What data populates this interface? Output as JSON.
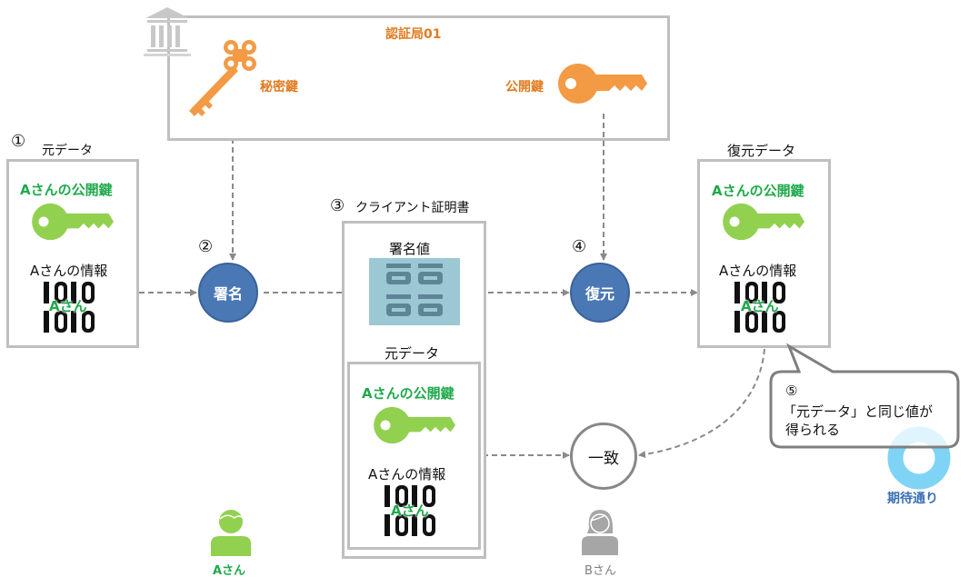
{
  "authority": {
    "title": "認証局01",
    "private_key_label": "秘密鍵",
    "public_key_label": "公開鍵"
  },
  "step1": {
    "number": "①",
    "title": "元データ",
    "key_label": "Aさんの公開鍵",
    "info_label": "Aさんの情報",
    "bits_label": "Aさん"
  },
  "step2": {
    "number": "②",
    "node_label": "署名"
  },
  "step3": {
    "number": "③",
    "title": "クライアント証明書",
    "signature_label": "署名値",
    "inner_title": "元データ",
    "key_label": "Aさんの公開鍵",
    "info_label": "Aさんの情報",
    "bits_label": "Aさん"
  },
  "step4": {
    "number": "④",
    "node_label": "復元"
  },
  "restored": {
    "title": "復元データ",
    "key_label": "Aさんの公開鍵",
    "info_label": "Aさんの情報",
    "bits_label": "Aさん"
  },
  "match": {
    "node_label": "一致"
  },
  "step5": {
    "number": "⑤",
    "line1": "「元データ」と同じ値が",
    "line2": "得られる"
  },
  "result": {
    "label": "期待通り"
  },
  "actors": {
    "a_label": "Aさん",
    "b_label": "Bさん"
  },
  "colors": {
    "orange": "#f39a45",
    "green_key": "#92d050",
    "green_text": "#1faa4b",
    "node_blue": "#4a78b5",
    "signature_bg": "#9cc8d4",
    "expected_ring": "#7fd4f5",
    "expected_text": "#3b6fb5",
    "border_gray": "#bfbfbf"
  }
}
